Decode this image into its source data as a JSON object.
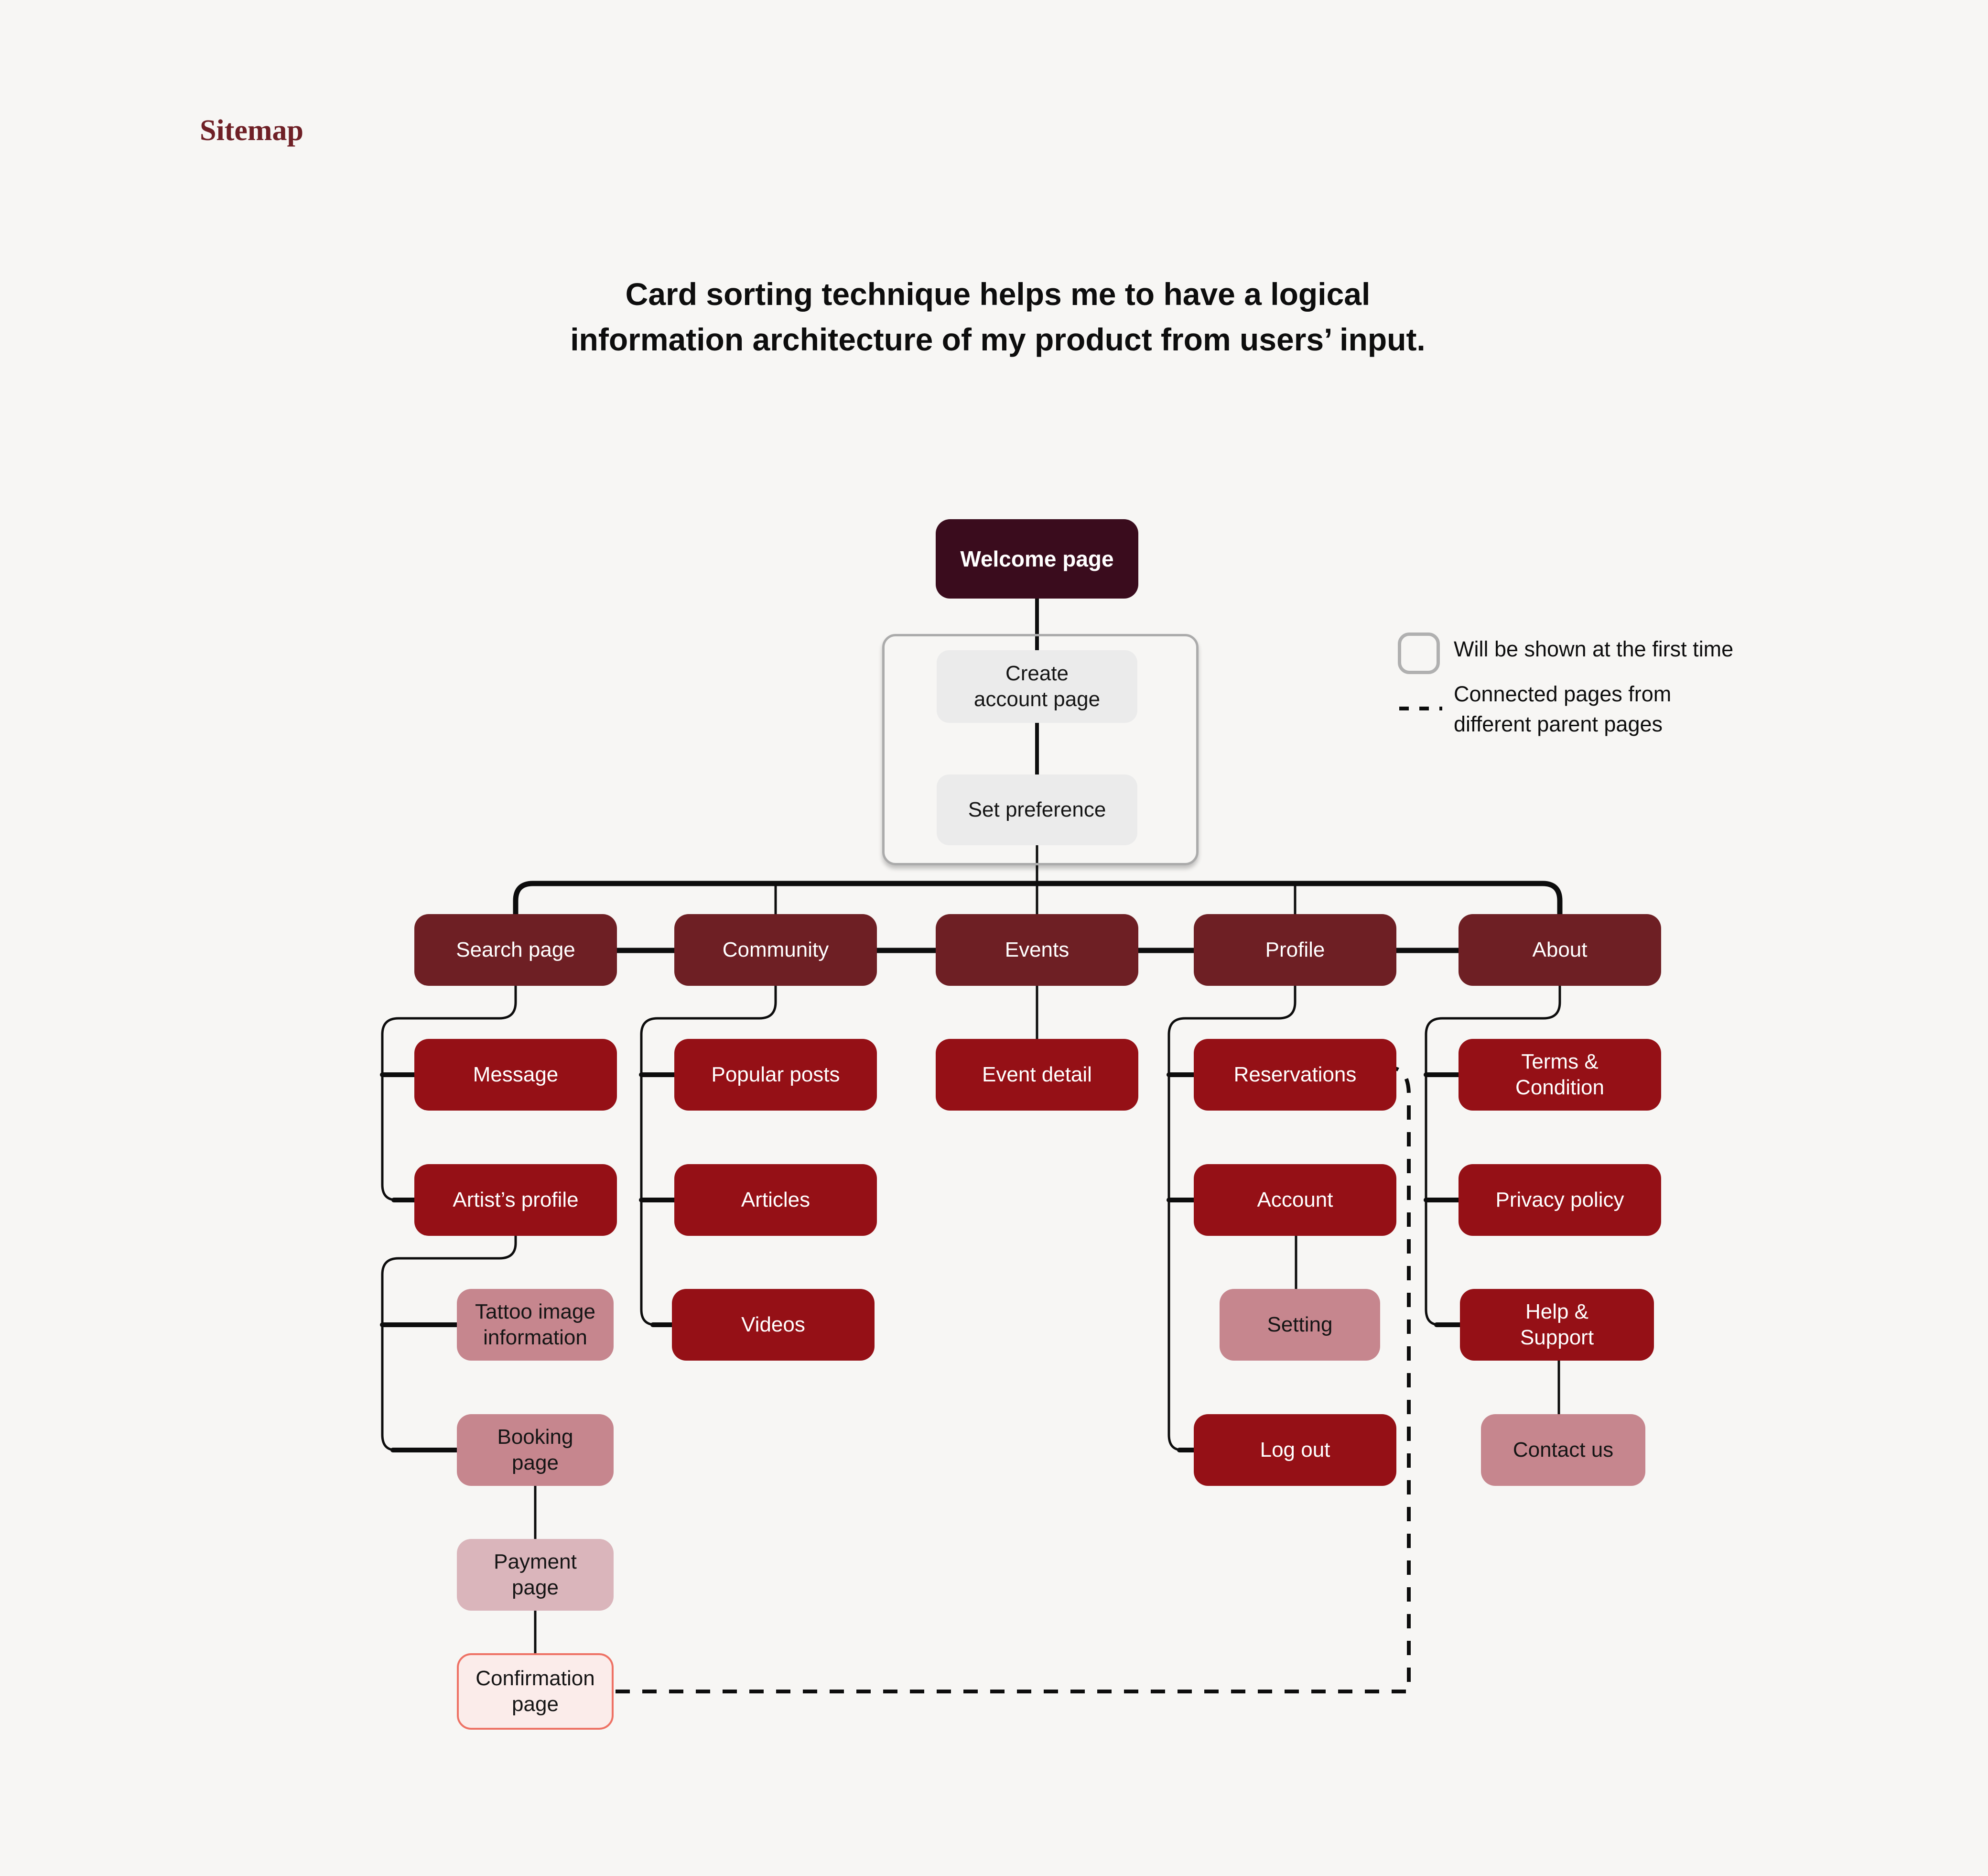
{
  "title": "Sitemap",
  "heading": {
    "line1": "Card sorting technique helps me to have a logical",
    "line2": "information architecture of my product from users’ input."
  },
  "legend": {
    "first_time_label": "Will be shown at the first time",
    "connected_label_line1": "Connected pages from",
    "connected_label_line2": "different parent pages",
    "first_time_symbol": "rounded-outline-box",
    "connected_symbol": "dashed-line"
  },
  "colors": {
    "background": "#f7f6f4",
    "title_text": "#6f2026",
    "heading_text": "#0d0d0d",
    "welcome_fill": "#3a0c1d",
    "level1_fill": "#6e1f24",
    "level2_fill": "#951016",
    "level3_fill": "#c6868e",
    "level4_fill": "#dab5bb",
    "highlight_fill": "#fbecea",
    "highlight_border": "#ee7265",
    "onboarding_fill": "#ebebeb",
    "group_border": "#ababab",
    "connector": "#0d0d0d"
  },
  "nodes": {
    "welcome": {
      "label": "Welcome page"
    },
    "create_account": {
      "label": "Create\naccount page"
    },
    "set_preference": {
      "label": "Set preference"
    },
    "search": {
      "label": "Search page"
    },
    "community": {
      "label": "Community"
    },
    "events": {
      "label": "Events"
    },
    "profile": {
      "label": "Profile"
    },
    "about": {
      "label": "About"
    },
    "message": {
      "label": "Message"
    },
    "popular_posts": {
      "label": "Popular posts"
    },
    "event_detail": {
      "label": "Event detail"
    },
    "reservations": {
      "label": "Reservations"
    },
    "terms": {
      "label": "Terms &\nCondition"
    },
    "artists_profile": {
      "label": "Artist’s profile"
    },
    "articles": {
      "label": "Articles"
    },
    "account": {
      "label": "Account"
    },
    "privacy": {
      "label": "Privacy policy"
    },
    "tattoo_info": {
      "label": "Tattoo image\ninformation"
    },
    "videos": {
      "label": "Videos"
    },
    "setting": {
      "label": "Setting"
    },
    "help_support": {
      "label": "Help &\nSupport"
    },
    "booking": {
      "label": "Booking\npage"
    },
    "log_out": {
      "label": "Log out"
    },
    "contact_us": {
      "label": "Contact us"
    },
    "payment": {
      "label": "Payment\npage"
    },
    "confirmation": {
      "label": "Confirmation\npage"
    }
  }
}
